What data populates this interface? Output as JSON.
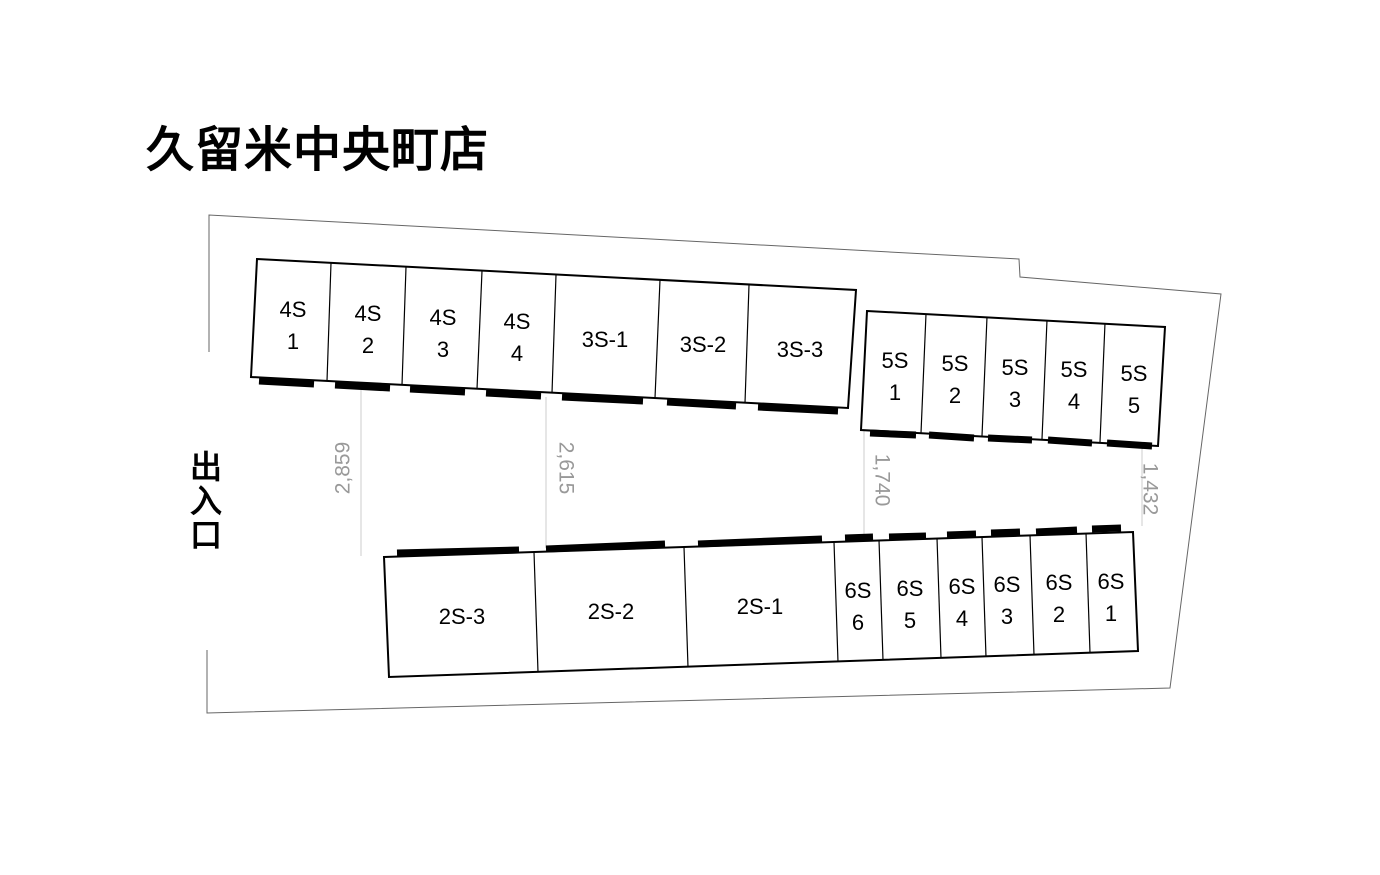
{
  "title": "久留米中央町店",
  "entrance": {
    "chars": [
      "出",
      "入",
      "口"
    ]
  },
  "blocks": {
    "top_left": {
      "units": [
        {
          "line1": "4S",
          "line2": "1"
        },
        {
          "line1": "4S",
          "line2": "2"
        },
        {
          "line1": "4S",
          "line2": "3"
        },
        {
          "line1": "4S",
          "line2": "4"
        },
        {
          "line1": "3S-1"
        },
        {
          "line1": "3S-2"
        },
        {
          "line1": "3S-3"
        }
      ]
    },
    "top_right": {
      "units": [
        {
          "line1": "5S",
          "line2": "1"
        },
        {
          "line1": "5S",
          "line2": "2"
        },
        {
          "line1": "5S",
          "line2": "3"
        },
        {
          "line1": "5S",
          "line2": "4"
        },
        {
          "line1": "5S",
          "line2": "5"
        }
      ]
    },
    "bottom": {
      "units": [
        {
          "line1": "2S-3"
        },
        {
          "line1": "2S-2"
        },
        {
          "line1": "2S-1"
        },
        {
          "line1": "6S",
          "line2": "6"
        },
        {
          "line1": "6S",
          "line2": "5"
        },
        {
          "line1": "6S",
          "line2": "4"
        },
        {
          "line1": "6S",
          "line2": "3"
        },
        {
          "line1": "6S",
          "line2": "2"
        },
        {
          "line1": "6S",
          "line2": "1"
        }
      ]
    }
  },
  "dimensions": [
    "2,859",
    "2,615",
    "1,740",
    "1,432"
  ],
  "colors": {
    "outline": "#000000",
    "lot_boundary": "#666666",
    "dimension": "#999999",
    "door": "#000000"
  }
}
